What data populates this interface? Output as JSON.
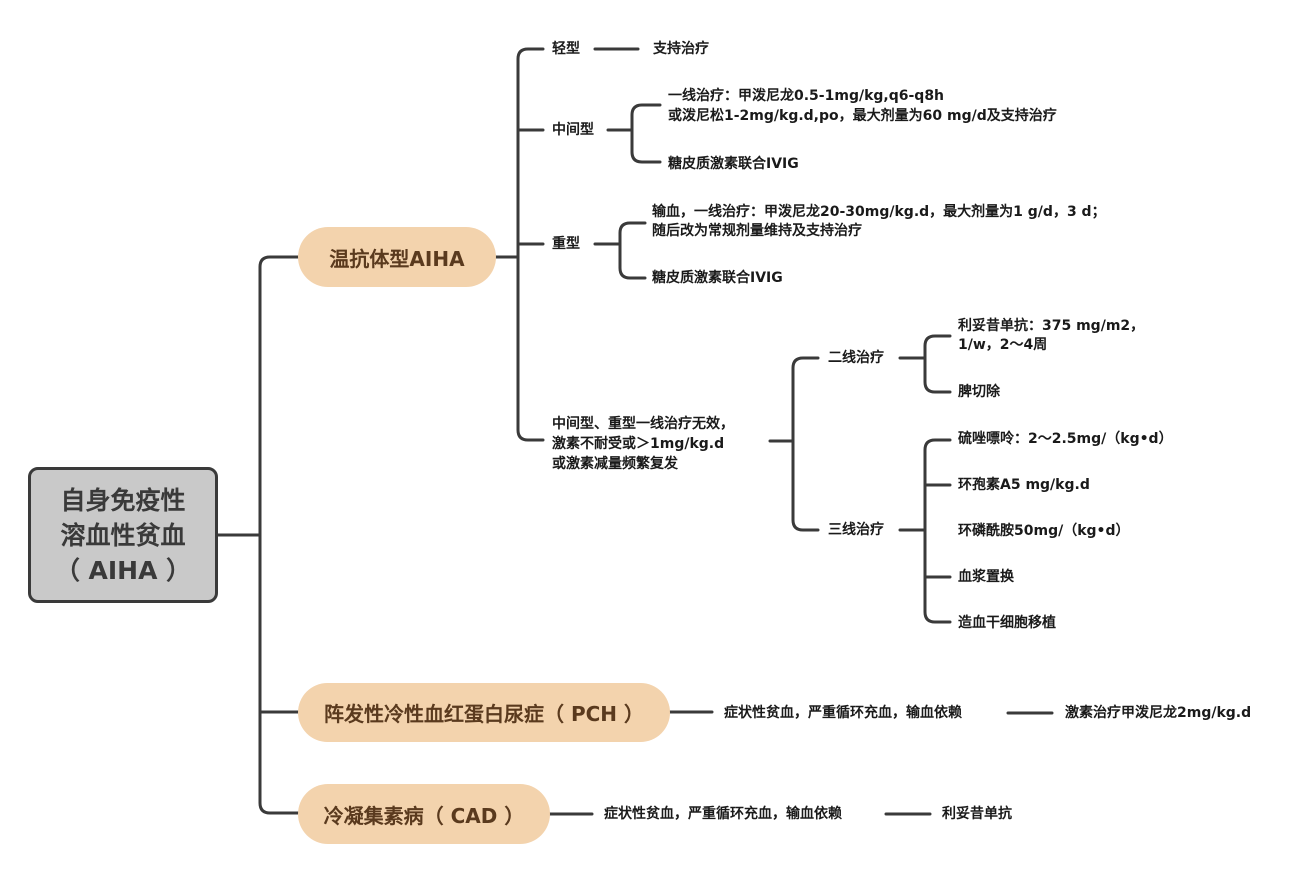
{
  "root": {
    "line1": "自身免疫性",
    "line2": "溶血性贫血",
    "line3": "（ AIHA ）"
  },
  "warm": {
    "title": "温抗体型AIHA",
    "mild": {
      "label": "轻型",
      "treatment": "支持治疗"
    },
    "intermediate": {
      "label": "中间型",
      "first_line_1": "一线治疗：甲泼尼龙0.5-1mg/kg,q6-q8h",
      "first_line_2": "或泼尼松1-2mg/kg.d,po，最大剂量为60 mg/d及支持治疗",
      "ivig": "糖皮质激素联合IVIG"
    },
    "severe": {
      "label": "重型",
      "treatment_1": "输血，一线治疗：甲泼尼龙20-30mg/kg.d，最大剂量为1 g/d，3 d；",
      "treatment_2": "随后改为常规剂量维持及支持治疗",
      "ivig": "糖皮质激素联合IVIG"
    },
    "refractory": {
      "line1": "中间型、重型一线治疗无效，",
      "line2": "激素不耐受或＞1mg/kg.d",
      "line3": "或激素减量频繁复发",
      "second_line": {
        "label": "二线治疗",
        "rituximab_1": "利妥昔单抗：375 mg/m2，",
        "rituximab_2": "1/w，2～4周",
        "splenectomy": "脾切除"
      },
      "third_line": {
        "label": "三线治疗",
        "items": [
          "硫唑嘌呤：2～2.5mg/（kg•d）",
          "环孢素A5 mg/kg.d",
          "环磷酰胺50mg/（kg•d）",
          "血浆置换",
          "造血干细胞移植"
        ]
      }
    }
  },
  "pch": {
    "title": "阵发性冷性血红蛋白尿症（ PCH ）",
    "symptom": "症状性贫血，严重循环充血，输血依赖",
    "treatment": "激素治疗甲泼尼龙2mg/kg.d"
  },
  "cad": {
    "title": "冷凝集素病（ CAD ）",
    "symptom": "症状性贫血，严重循环充血，输血依赖",
    "treatment": "利妥昔单抗"
  }
}
